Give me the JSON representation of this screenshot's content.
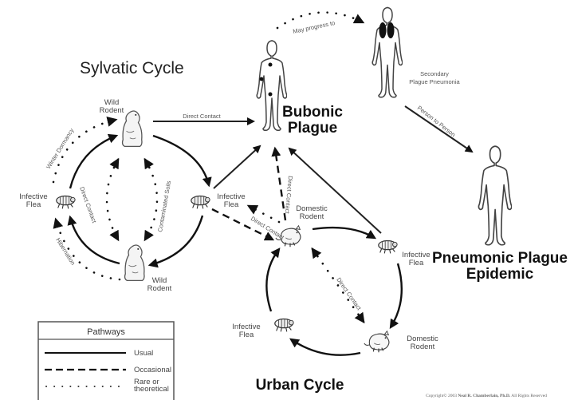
{
  "titles": {
    "sylvatic": "Sylvatic Cycle",
    "urban": "Urban Cycle",
    "bubonic_line1": "Bubonic",
    "bubonic_line2": "Plague",
    "pneumonic_line1": "Pneumonic Plague",
    "pneumonic_line2": "Epidemic"
  },
  "nodes": {
    "wild_rodent_top": [
      "Wild",
      "Rodent"
    ],
    "wild_rodent_bottom": [
      "Wild",
      "Rodent"
    ],
    "infective_flea_left": [
      "Infective",
      "Flea"
    ],
    "infective_flea_mid": [
      "Infective",
      "Flea"
    ],
    "domestic_rodent_top": [
      "Domestic",
      "Rodent"
    ],
    "infective_flea_urban_right": [
      "Infective",
      "Flea"
    ],
    "domestic_rodent_bottom": [
      "Domestic",
      "Rodent"
    ],
    "infective_flea_urban_left": [
      "Infective",
      "Flea"
    ],
    "secondary_pneumonia": [
      "Secondary",
      "Plague Pneumonia"
    ]
  },
  "edge_labels": {
    "direct_contact_top": "Direct Contact",
    "winter_dormancy": "Winter Dormancy",
    "hibernation": "Hibernation",
    "direct_contact_left": "Direct Contact",
    "contaminated_soils": "Contaminated Soils",
    "may_progress_to": "May progress to",
    "person_to_person": "Person to Person",
    "direct_contact_vertical": "Direct Contact",
    "direct_contact_diag": "Direct Contact",
    "direct_contact_urban": "Direct Contact"
  },
  "legend": {
    "title": "Pathways",
    "items": [
      {
        "style": "solid",
        "label": [
          "Usual"
        ]
      },
      {
        "style": "dashed",
        "label": [
          "Occasional"
        ]
      },
      {
        "style": "dotted",
        "label": [
          "Rare or",
          "theoretical"
        ]
      }
    ]
  },
  "copyright": {
    "prefix": "Copyright© 2003 ",
    "author": "Neal R. Chamberlain, Ph.D.",
    "suffix": " All Rights Reserved"
  }
}
